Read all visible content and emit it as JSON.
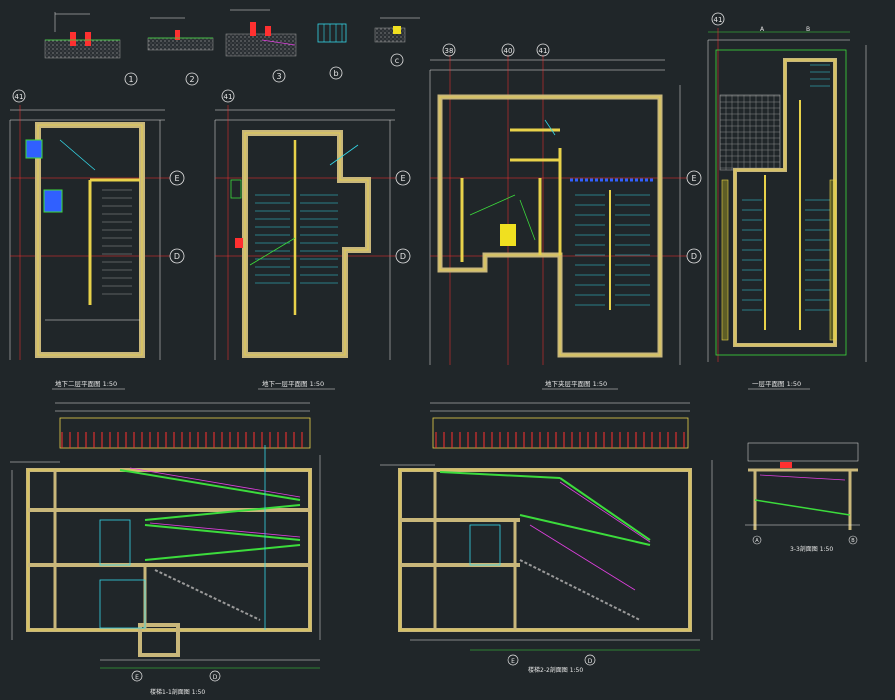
{
  "colors": {
    "background": "#202629",
    "wall_fill": "#c9b77a",
    "wall_outline": "#e8d24a",
    "white_line": "#e6e6e6",
    "red_line": "#ff3030",
    "green_line": "#3cdc3c",
    "cyan_line": "#35d8e8",
    "magenta_line": "#e040e0",
    "blue_marker": "#3060ff",
    "yellow_marker": "#f0e020"
  },
  "detail_markers": [
    {
      "label": "1"
    },
    {
      "label": "2"
    },
    {
      "label": "3"
    },
    {
      "label": "b"
    },
    {
      "label": "c"
    }
  ],
  "plans": [
    {
      "key": "plan1",
      "axis_top": "41",
      "axis_right": [
        "E",
        "D"
      ],
      "title": "地下二层平面图 1:50"
    },
    {
      "key": "plan2",
      "axis_top": "41",
      "axis_right": [
        "E",
        "D"
      ],
      "title": "地下一层平面图 1:50"
    },
    {
      "key": "plan3",
      "axis_top": [
        "38",
        "40",
        "41"
      ],
      "axis_right": [
        "E",
        "D"
      ],
      "title": "地下夹层平面图 1:50"
    },
    {
      "key": "plan4",
      "axis_top": "41",
      "axis_top_small": [
        "A",
        "B"
      ],
      "title": "一层平面图 1:50"
    }
  ],
  "sections": [
    {
      "key": "sec1",
      "axis_bottom": [
        "E",
        "D"
      ],
      "title": "楼梯1-1剖面图 1:50"
    },
    {
      "key": "sec2",
      "axis_bottom": [
        "E",
        "D"
      ],
      "title": "楼梯2-2剖面图 1:50"
    },
    {
      "key": "sec3",
      "axis_bottom": [
        "A",
        "B"
      ],
      "title": "3-3剖面图 1:50"
    }
  ]
}
